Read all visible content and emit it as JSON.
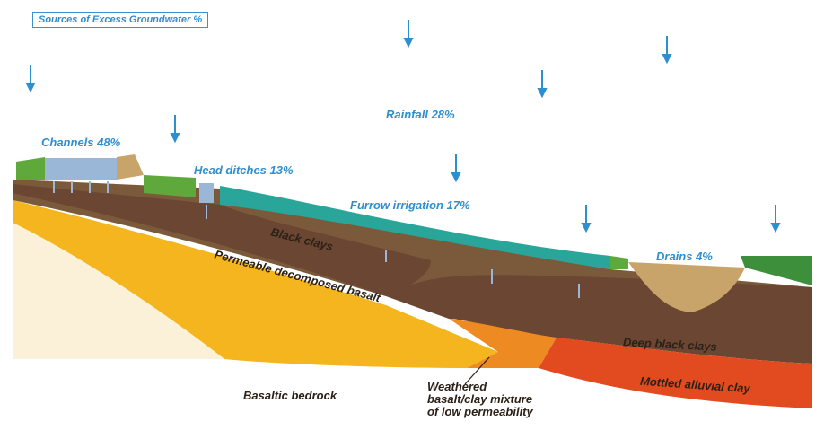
{
  "title": "Sources of Excess Groundwater %",
  "labels": {
    "channels": "Channels 48%",
    "head_ditches": "Head ditches 13%",
    "rainfall": "Rainfall 28%",
    "furrow": "Furrow irrigation 17%",
    "drains": "Drains 4%",
    "black_clays": "Black clays",
    "permeable_basalt": "Permeable decomposed basalt",
    "deep_black_clays": "Deep black clays",
    "mottled_clay": "Mottled alluvial clay",
    "bedrock": "Basaltic bedrock",
    "weathered_1": "Weathered",
    "weathered_2": "basalt/clay mixture",
    "weathered_3": "of low permeability"
  },
  "colors": {
    "text_blue": "#2e8fd0",
    "water_teal": "#2aa59a",
    "grass": "#5fa83c",
    "topsoil": "#7a5a3a",
    "black_clay": "#6b4632",
    "basalt_yellow": "#f4b51e",
    "orange": "#ee8a22",
    "red": "#e14b1f",
    "tan": "#c9a46a"
  }
}
